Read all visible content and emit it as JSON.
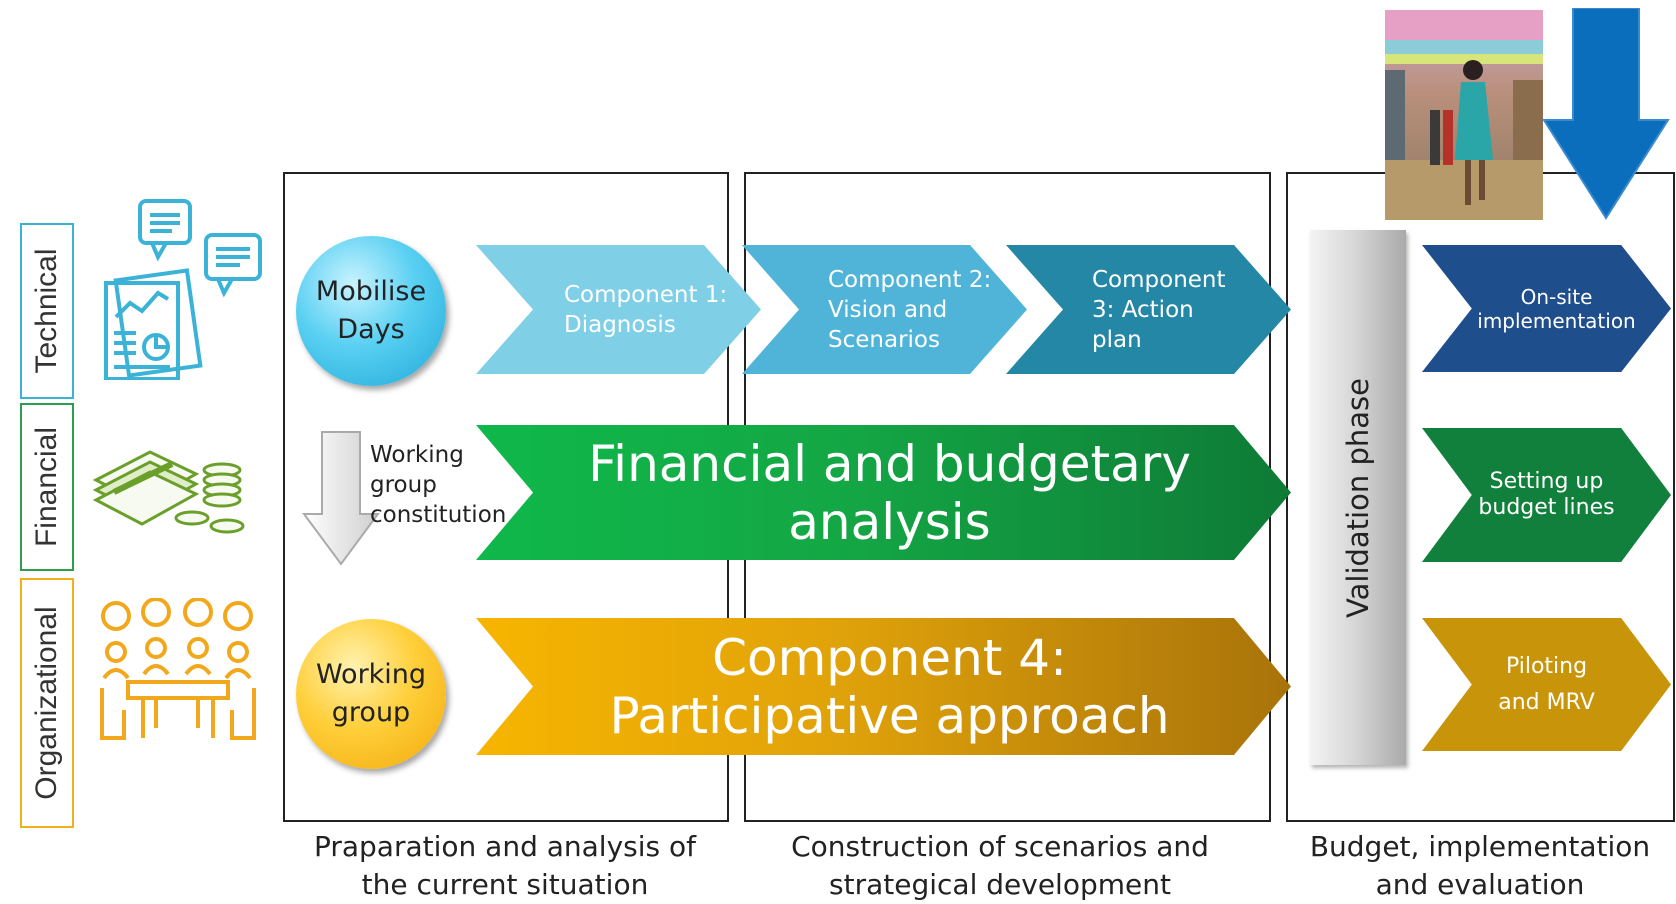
{
  "rows": {
    "technical": "Technical",
    "financial": "Financial",
    "organizational": "Organizational"
  },
  "circles": {
    "mobilise": "Mobilise Days",
    "working_group": "Working group"
  },
  "working_group_constitution": "Working group constitution",
  "components": {
    "c1": "Component 1: Diagnosis",
    "c2": "Component 2: Vision and Scenarios",
    "c3": "Component 3: Action plan",
    "financial": "Financial and budgetary analysis",
    "c4_line1": "Component 4:",
    "c4_line2": "Participative approach"
  },
  "validation": "Validation phase",
  "outputs": {
    "onsite": "On-site implementation",
    "budget_lines": "Setting up budget lines",
    "piloting": "Piloting and MRV"
  },
  "captions": {
    "phase1": "Praparation and analysis of the current situation",
    "phase2": "Construction of scenarios and strategical development",
    "phase3": "Budget, implementation and evaluation"
  },
  "colors": {
    "technical": "#3bb3d6",
    "financial": "#2e9c4e",
    "organizational": "#f2b11c",
    "c1": "#7fcfe6",
    "c2": "#4fb4d8",
    "c3": "#2387a5",
    "onsite": "#1f4e8c",
    "budget": "#11803c",
    "piloting": "#c8950a",
    "arrow_blue": "#0a6ebd"
  }
}
